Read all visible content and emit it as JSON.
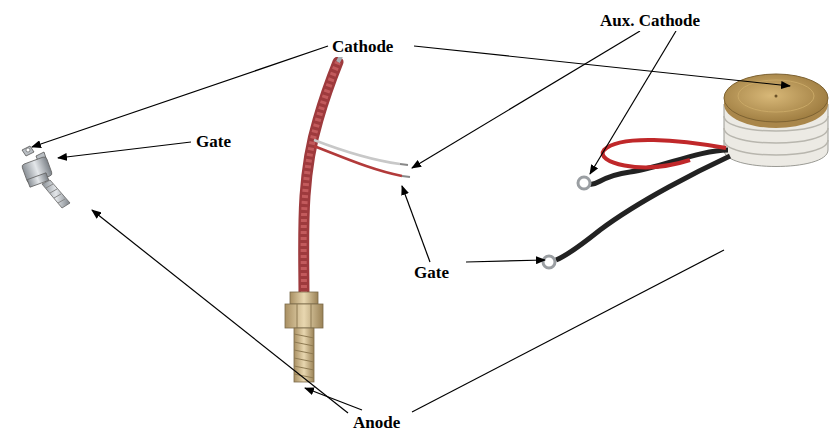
{
  "diagram": {
    "labels": [
      "Cathode",
      "Gate",
      "Aux. Cathode",
      "Gate",
      "Anode"
    ]
  }
}
